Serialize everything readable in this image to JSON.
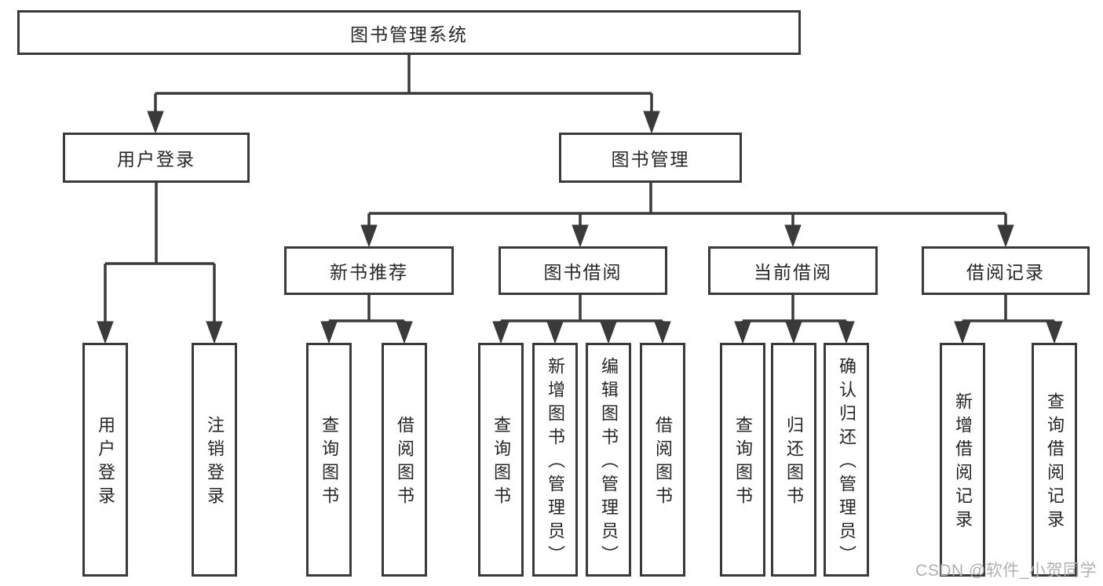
{
  "diagram_title": "图书管理系统",
  "tree": {
    "root": {
      "label": "图书管理系统"
    },
    "level2": [
      {
        "label": "用户登录"
      },
      {
        "label": "图书管理"
      }
    ],
    "level3": [
      {
        "label": "新书推荐"
      },
      {
        "label": "图书借阅"
      },
      {
        "label": "当前借阅"
      },
      {
        "label": "借阅记录"
      }
    ],
    "leaves": {
      "login": [
        {
          "label": "用户登录"
        },
        {
          "label": "注销登录"
        }
      ],
      "recommend": [
        {
          "label": "查询图书"
        },
        {
          "label": "借阅图书"
        }
      ],
      "borrow": [
        {
          "label": "查询图书"
        },
        {
          "label": "新增图书（管理员）"
        },
        {
          "label": "编辑图书（管理员）"
        },
        {
          "label": "借阅图书"
        }
      ],
      "current": [
        {
          "label": "查询图书"
        },
        {
          "label": "归还图书"
        },
        {
          "label": "确认归还（管理员）"
        }
      ],
      "records": [
        {
          "label": "新增借阅记录"
        },
        {
          "label": "查询借阅记录"
        }
      ]
    }
  },
  "watermark": {
    "text": "CSDN @软件_小贺同学"
  },
  "colors": {
    "line": "#3a3a3a",
    "text": "#262626",
    "watermark": "#b0b0b0",
    "background": "#ffffff"
  }
}
